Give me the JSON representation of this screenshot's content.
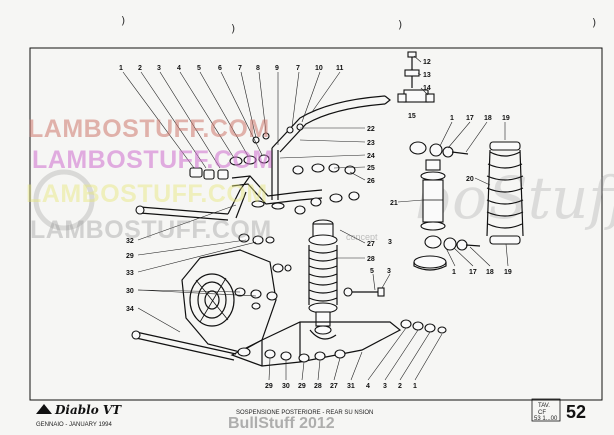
{
  "watermark": {
    "site_line_1": "LAMBOSTUFF.COM",
    "site_line_2": "LAMBOSTUFF.COM",
    "site_line_3": "LAMBOSTUFF.COM",
    "site_line_4": "LAMBOSTUFF.COM",
    "concept": "concept",
    "script_1": "bo",
    "script_2": "Stuff"
  },
  "footer": {
    "logo_text": "Diablo VT",
    "date": "GENNAIO - JANUARY 1994",
    "section_title": "SOSPENSIONE POSTERIORE - REAR SU    NSION",
    "tav_label": "TAV.",
    "tav_code": "CF",
    "tav_sub": "53 1...00",
    "table_number": "52",
    "credit": "BullStuff 2012"
  },
  "callouts": {
    "top_row": [
      "1",
      "2",
      "3",
      "4",
      "5",
      "6",
      "7",
      "8",
      "9",
      "7",
      "10",
      "11"
    ],
    "right_upper": [
      "22",
      "23",
      "24",
      "25",
      "26"
    ],
    "right_lower": [
      "27",
      "28"
    ],
    "left_side": [
      "32",
      "29",
      "33",
      "30",
      "34"
    ],
    "bottom_row": [
      "29",
      "30",
      "29",
      "28",
      "27",
      "31",
      "4",
      "3",
      "2",
      "1"
    ],
    "shock_bracket": [
      "12",
      "13",
      "14",
      "15"
    ],
    "shock_assembly": [
      "1",
      "17",
      "18",
      "19",
      "20",
      "21",
      "1",
      "17",
      "18",
      "19"
    ],
    "misc": [
      "5",
      "3",
      "3"
    ]
  }
}
